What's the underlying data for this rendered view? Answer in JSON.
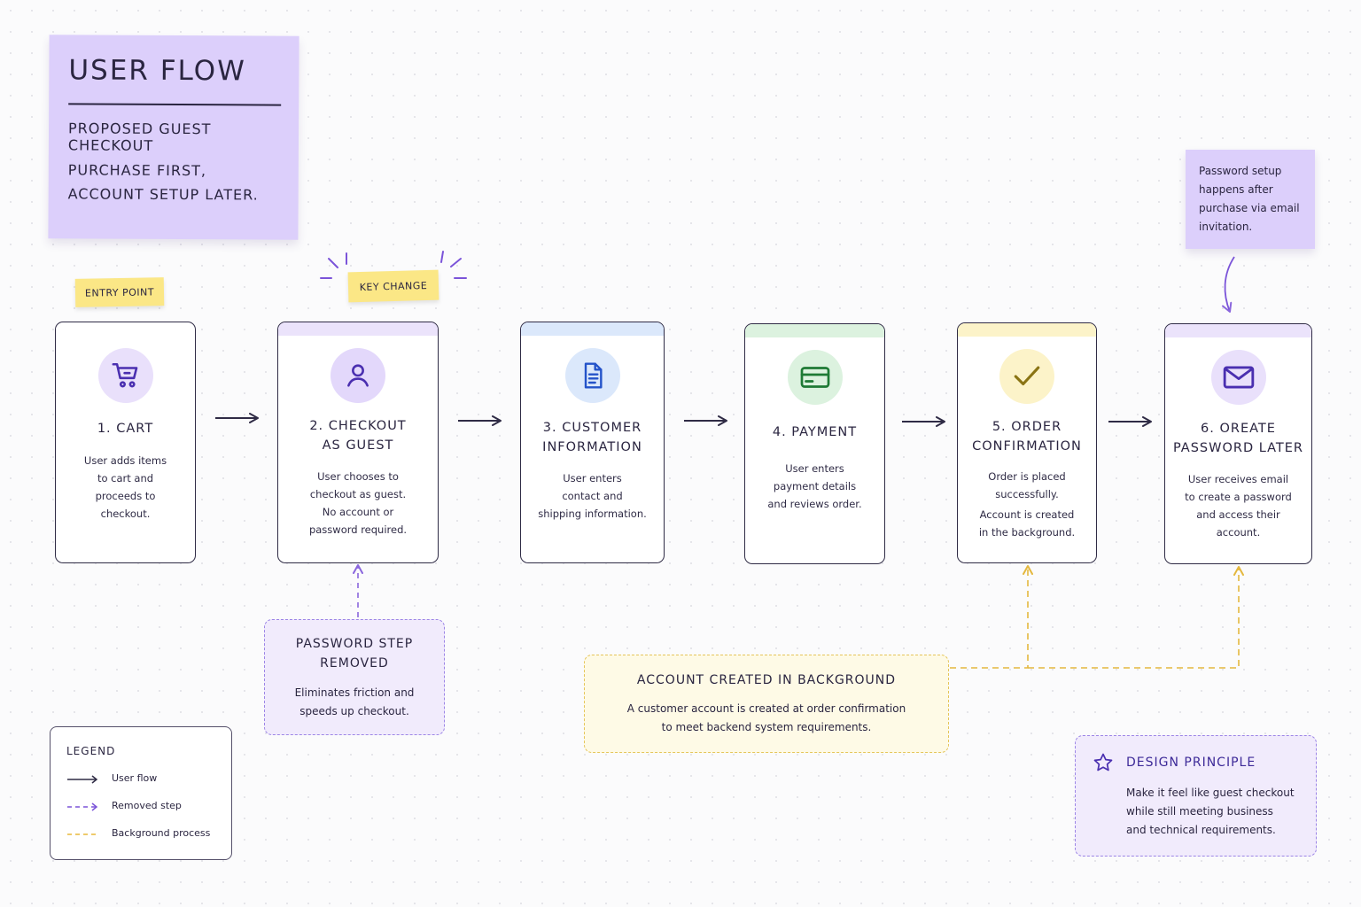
{
  "title_note": {
    "title": "USER FLOW",
    "subtitle": "PROPOSED GUEST CHECKOUT",
    "line1": "PURCHASE FIRST,",
    "line2": "ACCOUNT SETUP LATER."
  },
  "tags": {
    "entry_point": "ENTRY POINT",
    "key_change": "KEY CHANGE"
  },
  "password_note": {
    "text": "Password setup happens after purchase via email invitation."
  },
  "steps": [
    {
      "title_line1": "1. CART",
      "title_line2": "",
      "desc": [
        "User adds items",
        "to cart and",
        "proceeds to",
        "checkout."
      ],
      "icon": "cart-icon",
      "accent": "#e9e0fb",
      "icon_color": "#4a2fb0"
    },
    {
      "title_line1": "2. CHECKOUT",
      "title_line2": "AS GUEST",
      "desc": [
        "User chooses to",
        "checkout as guest.",
        "No account or",
        "password required."
      ],
      "icon": "user-icon",
      "accent": "#e3d8fb",
      "icon_color": "#4a2fb0"
    },
    {
      "title_line1": "3. CUSTOMER",
      "title_line2": "INFORMATION",
      "desc": [
        "User enters",
        "contact and",
        "shipping information."
      ],
      "icon": "document-icon",
      "accent": "#dbe8fb",
      "icon_color": "#2453c9"
    },
    {
      "title_line1": "4. PAYMENT",
      "title_line2": "",
      "desc": [
        "User enters",
        "payment details",
        "and reviews order."
      ],
      "icon": "credit-card-icon",
      "accent": "#dcf2df",
      "icon_color": "#1e7a35"
    },
    {
      "title_line1": "5. ORDER",
      "title_line2": "CONFIRMATION",
      "desc": [
        "Order is placed",
        "successfully.",
        "Account is created",
        "in the background."
      ],
      "icon": "checkmark-icon",
      "accent": "#fcf3c9",
      "icon_color": "#8a7414"
    },
    {
      "title_line1": "6. OREATE",
      "title_line2": "PASSWORD LATER",
      "desc": [
        "User receives email",
        "to create a password",
        "and access their",
        "account."
      ],
      "icon": "envelope-icon",
      "accent": "#e9e0fb",
      "icon_color": "#4a2fb0"
    }
  ],
  "removed_step": {
    "title_line1": "PASSWORD STEP",
    "title_line2": "REMOVED",
    "desc_line1": "Eliminates friction and",
    "desc_line2": "speeds up checkout."
  },
  "background_process": {
    "title": "ACCOUNT CREATED IN BACKGROUND",
    "desc_line1": "A customer account is created at order confirmation",
    "desc_line2": "to meet backend system requirements."
  },
  "design_principle": {
    "title": "DESIGN PRINCIPLE",
    "desc_line1": "Make it feel like guest checkout",
    "desc_line2": "while still meeting business",
    "desc_line3": "and technical requirements."
  },
  "legend": {
    "title": "LEGEND",
    "items": [
      {
        "label": "User flow",
        "style": "solid",
        "color": "#2f2b45"
      },
      {
        "label": "Removed step",
        "style": "dashed",
        "color": "#7b54d9"
      },
      {
        "label": "Background process",
        "style": "dashed",
        "color": "#e8b93a"
      }
    ]
  },
  "colors": {
    "ink": "#2a2540",
    "purple_accent": "#7b54d9",
    "yellow_accent": "#e8b93a",
    "sticky_purple": "#dccffb",
    "sticky_yellow": "#fbe786"
  }
}
